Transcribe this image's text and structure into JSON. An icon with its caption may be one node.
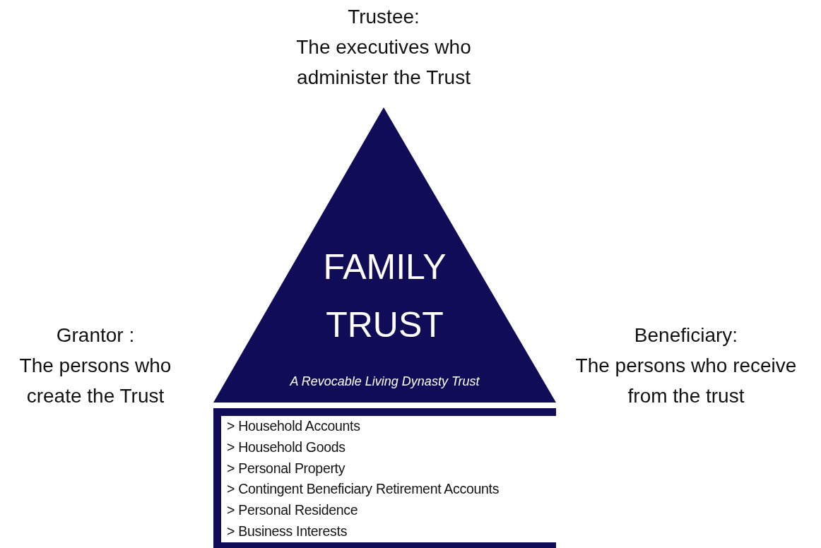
{
  "diagram": {
    "nodes": [
      {
        "text": [
          "FAMILY TRUST",
          "A Revocable Living Dynasty Trust"
        ]
      },
      {
        "text": [
          "> Household Accounts",
          "> Household Goods",
          "> Personal Property",
          "> Contingent Beneficiary Retirement Accounts",
          "> Personal Residence",
          "> Business Interests"
        ]
      }
    ],
    "labels": [
      "Trustee:",
      "The executives who administer the Trust",
      "Grantor :",
      "The persons who create the Trust",
      "Beneficiary:",
      "The persons who receive from the trust"
    ]
  }
}
